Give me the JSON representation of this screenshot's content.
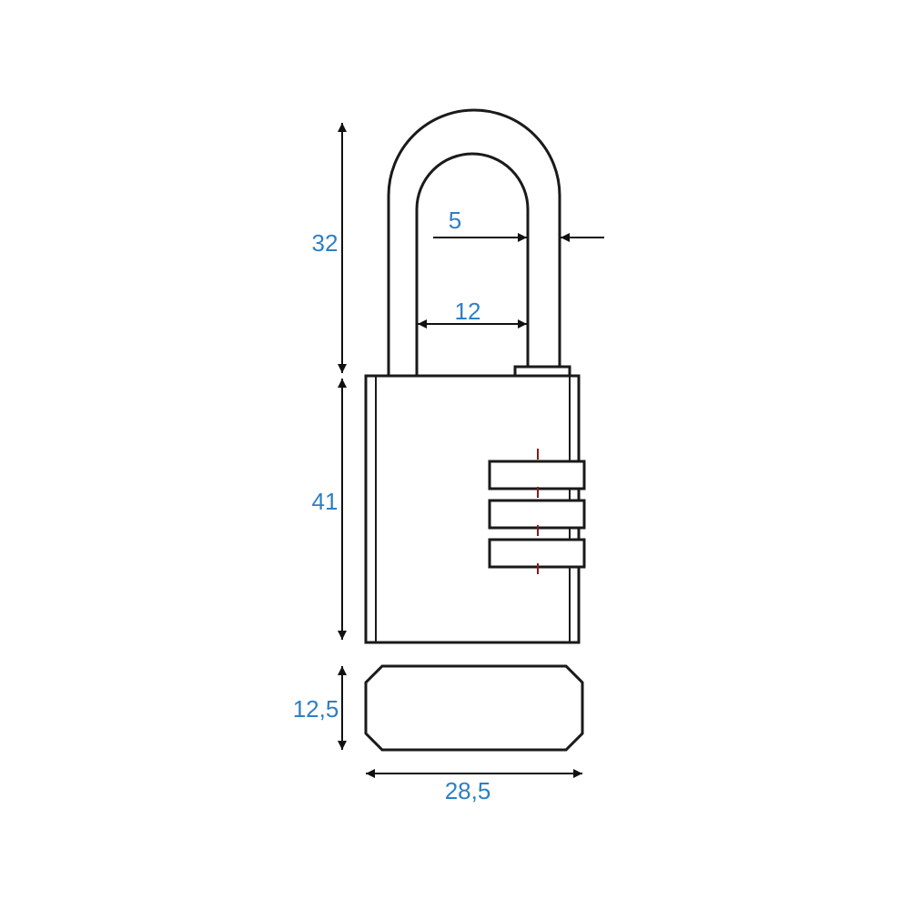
{
  "drawing": {
    "label_color": "#2e7fc4",
    "line_color": "#1a1a1a",
    "dial_mark_color": "#8b1a1a",
    "dimensions": {
      "shackle_height": "32",
      "shackle_thickness": "5",
      "shackle_clearance": "12",
      "body_height": "41",
      "body_depth": "12,5",
      "body_width": "28,5"
    }
  }
}
